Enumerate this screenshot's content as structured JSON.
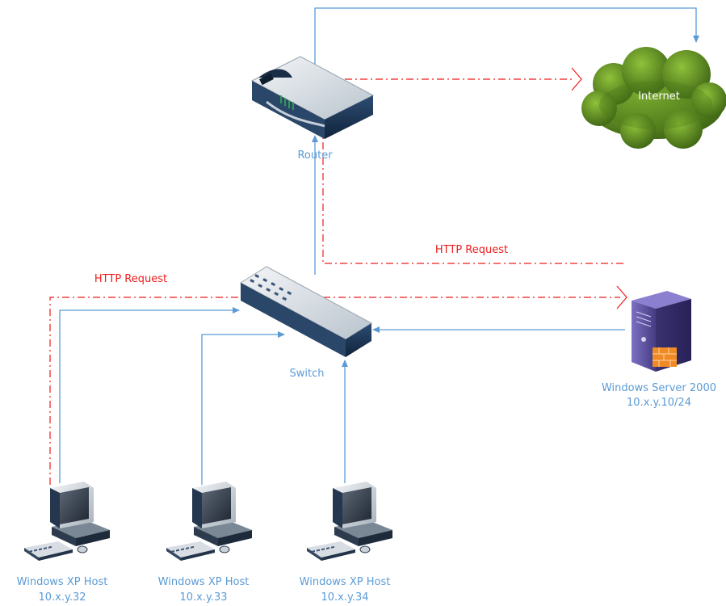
{
  "nodes": {
    "router": {
      "label": "Router"
    },
    "internet": {
      "label": "Internet"
    },
    "switch": {
      "label": "Switch"
    },
    "server": {
      "label": "Windows Server 2000",
      "address": "10.x.y.10/24"
    },
    "hosts": [
      {
        "label": "Windows XP Host",
        "address": "10.x.y.32"
      },
      {
        "label": "Windows XP Host",
        "address": "10.x.y.33"
      },
      {
        "label": "Windows XP Host",
        "address": "10.x.y.34"
      }
    ]
  },
  "requests": {
    "left_label": "HTTP Request",
    "right_label": "HTTP Request"
  },
  "colors": {
    "link": "#5b9bd5",
    "request": "#ee1c1c",
    "label": "#5b9bd5",
    "cloud": "#4f7a1c",
    "server": "#5a4f9a"
  }
}
